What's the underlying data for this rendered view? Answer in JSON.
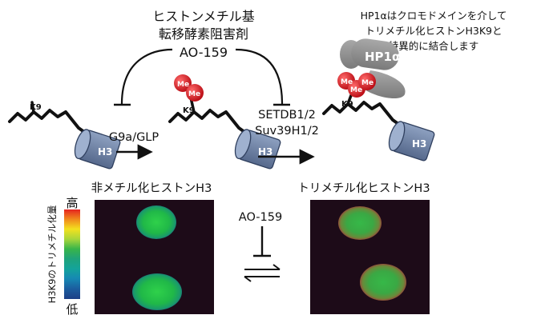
{
  "inhibitor_title": {
    "line1": "ヒストンメチル基",
    "line2": "転移酵素阻害剤",
    "line3": "AO-159"
  },
  "hp1_note": {
    "line1": "HP1αはクロモドメインを介して",
    "line2": "トリメチル化ヒストンH3K9と",
    "line3": "特異的に結合します"
  },
  "enzymes": {
    "methylase": "G9a/GLP",
    "trimethylase_1": "SETDB1/2",
    "trimethylase_2": "Suv39H1/2"
  },
  "molecules": {
    "h3_label": "H3",
    "k9_label": "K9",
    "me_label": "Me",
    "hp1_label": "HP1α"
  },
  "panels": {
    "left_title": "非メチル化ヒストンH3",
    "right_title": "トリメチル化ヒストンH3",
    "between_label": "AO-159"
  },
  "colorbar": {
    "axis_label": "H3K9のトリメチル化量",
    "high": "高",
    "low": "低",
    "colors": [
      "#e52420",
      "#f08a1c",
      "#f2e11f",
      "#a9d63a",
      "#39b54a",
      "#1fa37a",
      "#14a39a",
      "#1689b3",
      "#1b5fa0",
      "#1c3f86"
    ]
  },
  "colors": {
    "h3_barrel": "#6f84a6",
    "me_ball": "#d8141c",
    "hp1_body": "#8a8a8a",
    "nucleus_green": "#2fbf3a",
    "nucleus_red_edge": "#b0303a"
  }
}
